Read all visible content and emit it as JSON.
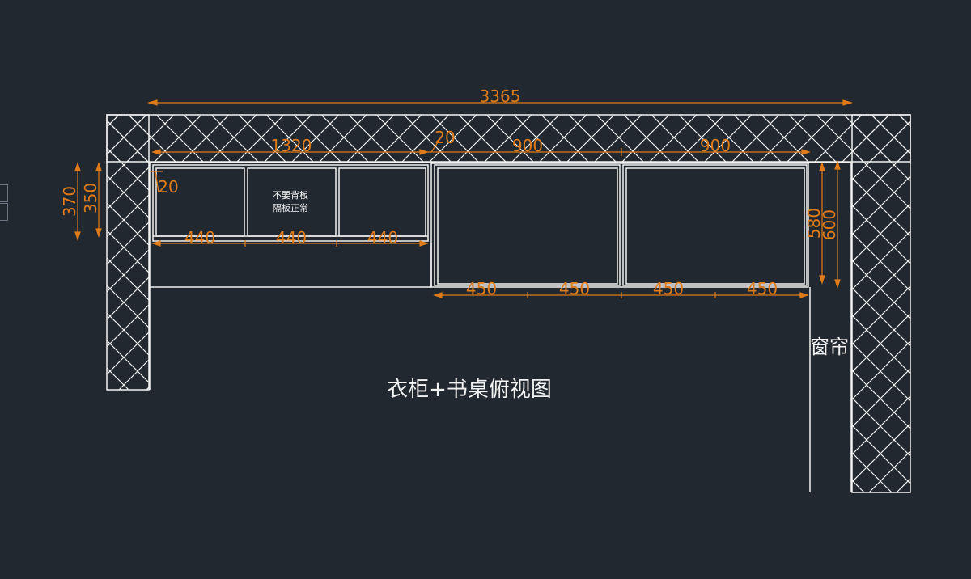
{
  "drawing": {
    "title": "衣柜+书桌俯视图",
    "curtain_label": "窗帘",
    "note_line1": "不要背板",
    "note_line2": "隔板正常"
  },
  "dimensions": {
    "overall_width": "3365",
    "wardrobe_width": "1320",
    "gap": "20",
    "desk_left_width": "900",
    "desk_right_width": "900",
    "panel_thickness": "20",
    "depth_outer_left": "370",
    "depth_inner_left": "350",
    "depth_inner_right": "580",
    "depth_outer_right": "600",
    "upper_bay_1": "440",
    "upper_bay_2": "440",
    "upper_bay_3": "440",
    "lower_bay_1": "450",
    "lower_bay_2": "450",
    "lower_bay_3": "450",
    "lower_bay_4": "450"
  },
  "colors": {
    "background": "#212830",
    "line": "#f2f2f2",
    "dimension": "#e07b1a"
  }
}
